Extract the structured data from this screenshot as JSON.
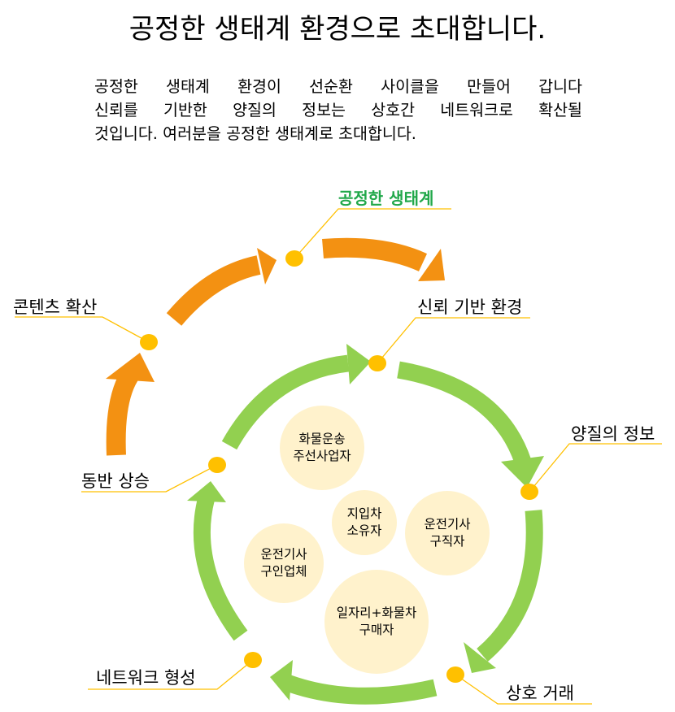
{
  "header": {
    "title": "공정한 생태계 환경으로 초대합니다.",
    "description_lines": [
      "공정한 생태계 환경이 선순환 사이클을 만들어 갑니다",
      "신뢰를 기반한 양질의 정보는 상호간 네트워크로 확산될",
      "것입니다. 여러분을 공정한 생태계로 초대합니다."
    ]
  },
  "cycle_labels": {
    "fair_ecosystem": "공정한 생태계",
    "trust_environment": "신뢰 기반 환경",
    "quality_info": "양질의 정보",
    "mutual_trade": "상호 거래",
    "network_forming": "네트워크 형성",
    "mutual_growth": "동반 상승",
    "content_spread": "콘텐츠 확산"
  },
  "participants": {
    "freight_broker": "화물운송\n주선사업자",
    "owner": "지입차\n소유자",
    "job_seeker": "운전기사\n구직자",
    "employer": "운전기사\n구인업체",
    "buyer": "일자리+화물차\n구매자"
  },
  "colors": {
    "outer_arrows": "#F39112",
    "inner_arrows": "#92D050",
    "nodes": "#FFC000",
    "leader_lines": "#FFC000",
    "highlight_text": "#21A84A",
    "bubbles": "#FFF2CC"
  }
}
